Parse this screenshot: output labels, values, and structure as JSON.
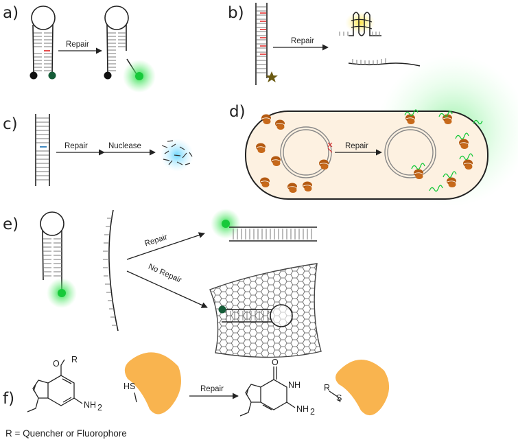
{
  "panels": {
    "a": {
      "label": "a)",
      "arrow": "Repair"
    },
    "b": {
      "label": "b)",
      "arrow": "Repair"
    },
    "c": {
      "label": "c)",
      "arrow1": "Repair",
      "arrow2": "Nuclease"
    },
    "d": {
      "label": "d)",
      "arrow": "Repair"
    },
    "e": {
      "label": "e)",
      "arrow_top": "Repair",
      "arrow_bottom": "No Repair"
    },
    "f": {
      "label": "f)",
      "arrow": "Repair",
      "substituent": "R",
      "thiol": "HS",
      "amine": "NH",
      "amine_sub": "2",
      "amide": "NH",
      "adduct_r": "R",
      "adduct_s": "S",
      "o_left": "O",
      "o_right": "O",
      "legend": "R = Quencher or Fluorophore"
    }
  },
  "colors": {
    "fluor_green": "#17c93a",
    "dark_green": "#155c38",
    "glow_blue": "#5fd3ff",
    "protein_orange": "#f9b44f",
    "ribosome_brown": "#b45a12",
    "cell_fill": "#fdf1e1",
    "lesion_red": "#e02020",
    "lesion_blue": "#2a7bb8",
    "star_olive": "#6b5a12"
  }
}
